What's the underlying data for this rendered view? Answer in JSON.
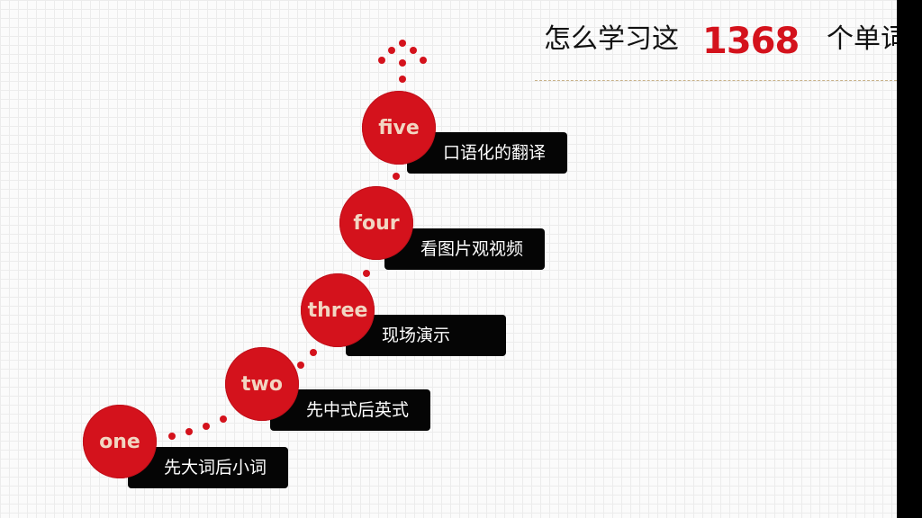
{
  "title": {
    "prefix": "怎么学习这",
    "logo": "1368",
    "suffix": "个单词"
  },
  "steps": [
    {
      "label": "one",
      "text": "先大词后小词"
    },
    {
      "label": "two",
      "text": "先中式后英式"
    },
    {
      "label": "three",
      "text": "现场演示"
    },
    {
      "label": "four",
      "text": "看图片观视频"
    },
    {
      "label": "five",
      "text": "口语化的翻译"
    }
  ],
  "colors": {
    "accent": "#d4121c",
    "box": "#050505",
    "circle_text": "#f2d6c2"
  }
}
